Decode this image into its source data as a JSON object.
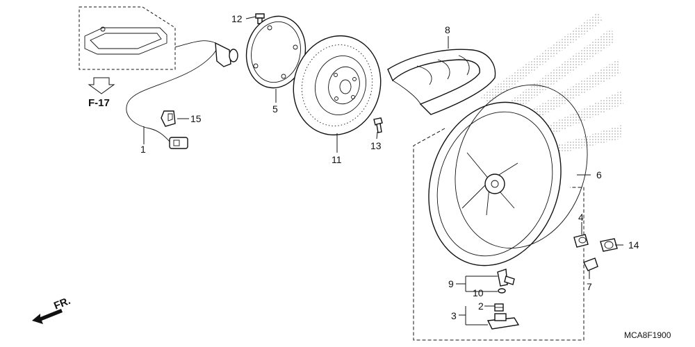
{
  "callouts": {
    "c1": "1",
    "c2": "2",
    "c3": "3",
    "c4": "4",
    "c5": "5",
    "c6": "6",
    "c7": "7",
    "c8": "8",
    "c9": "9",
    "c10": "10",
    "c11": "11",
    "c12": "12",
    "c13": "13",
    "c14": "14",
    "c15": "15"
  },
  "reference": "F-17",
  "front_marker": "FR.",
  "diagram_code": "MCA8F1900"
}
